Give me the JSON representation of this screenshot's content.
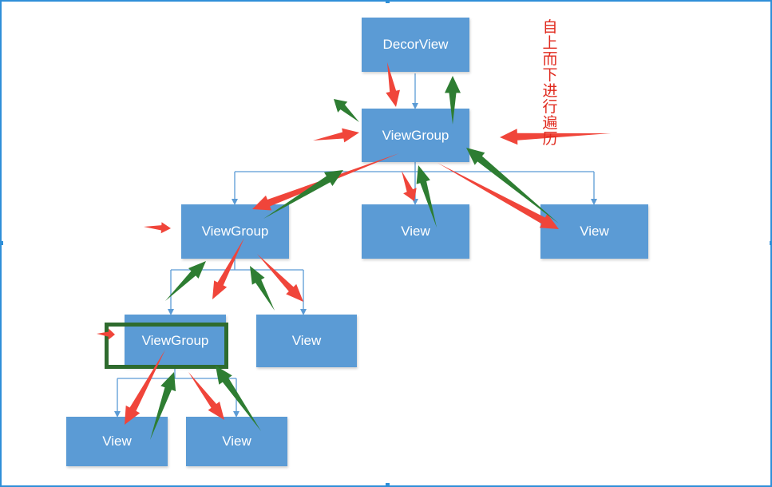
{
  "nodes": {
    "decor_view": "DecorView",
    "root_view_group": "ViewGroup",
    "child_view_group": "ViewGroup",
    "grandchild_view_group": "ViewGroup",
    "view_1": "View",
    "view_2": "View",
    "view_3": "View",
    "view_4": "View",
    "view_5": "View"
  },
  "annotation": {
    "traversal_note": "自上而下进行遍历"
  },
  "colors": {
    "node_fill": "#5b9bd5",
    "connector": "#5b9bd5",
    "down_arrow": "#f0453a",
    "up_arrow": "#2e7d32",
    "highlight_border": "#2e6b2e",
    "annotation_text": "#e02a1e"
  }
}
